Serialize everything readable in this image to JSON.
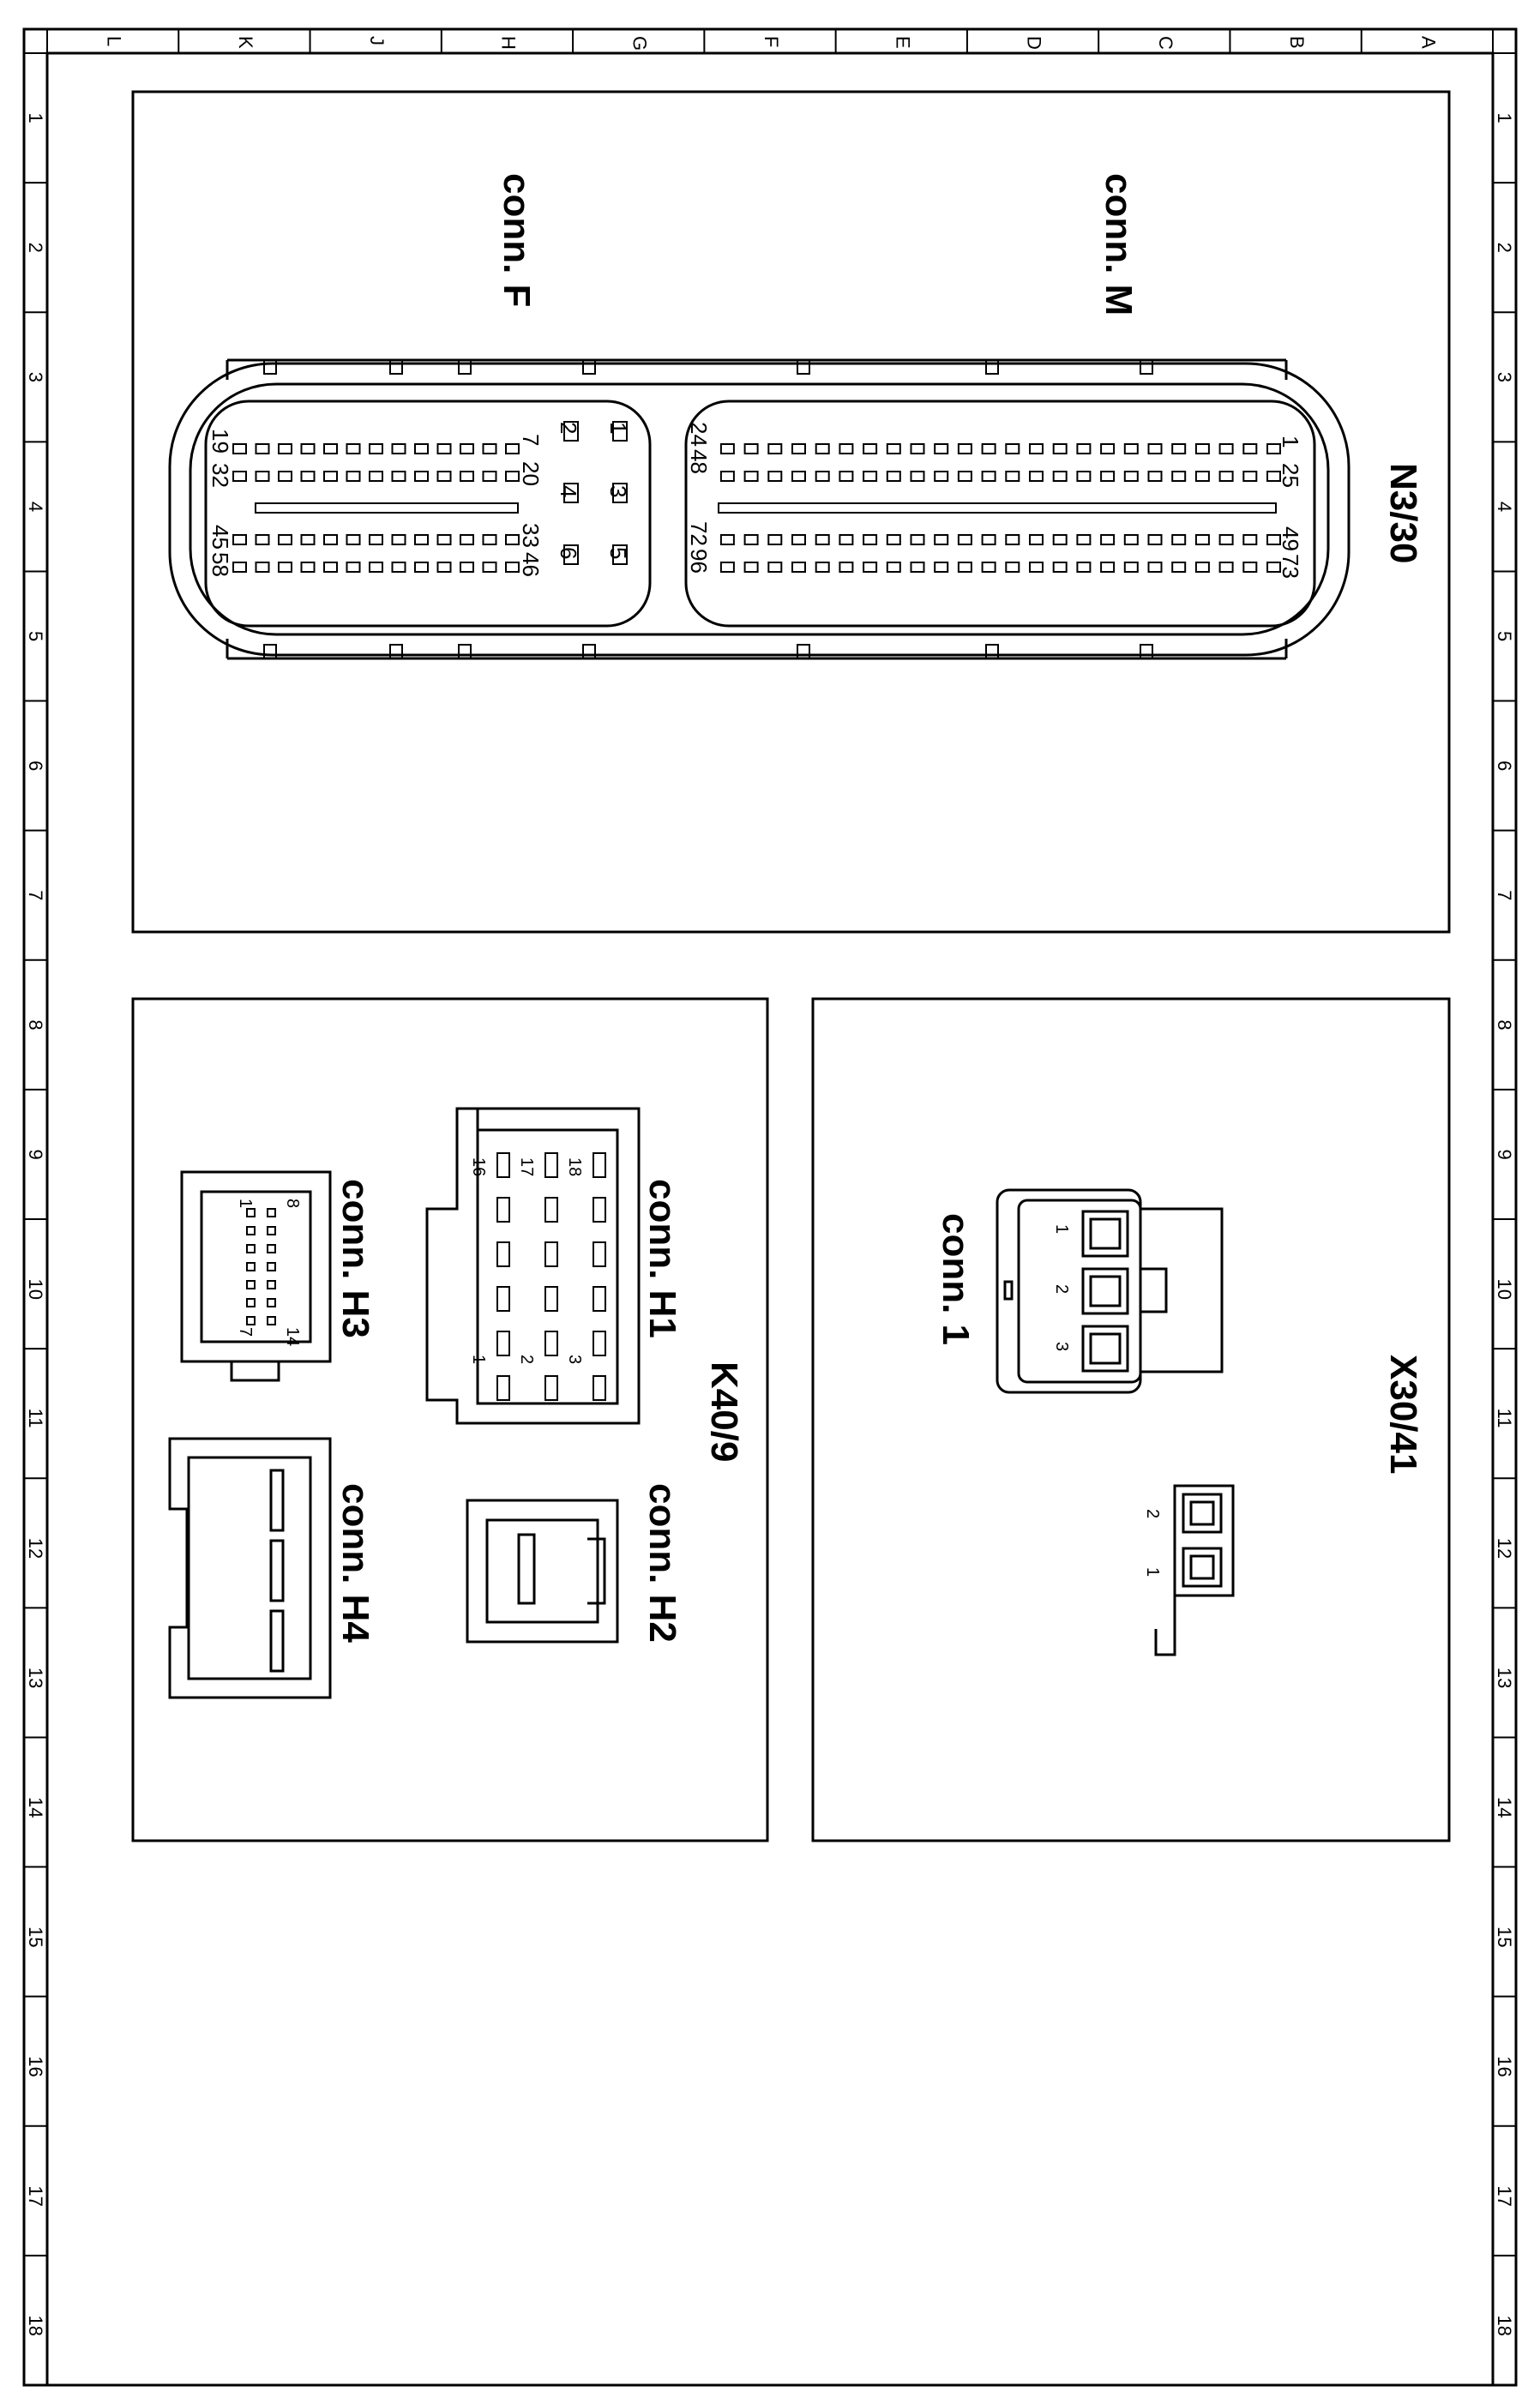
{
  "frame": {
    "columns": [
      "L",
      "K",
      "J",
      "H",
      "G",
      "F",
      "E",
      "D",
      "C",
      "B",
      "A"
    ],
    "rows": [
      "1",
      "2",
      "3",
      "4",
      "5",
      "6",
      "7",
      "8",
      "9",
      "10",
      "11",
      "12",
      "13",
      "14",
      "15",
      "16",
      "17",
      "18"
    ]
  },
  "n3_30": {
    "title": "N3/30",
    "conn_m": {
      "label": "conn. M",
      "pins": {
        "r1_first": "1",
        "r1_last": "24",
        "r2_first": "25",
        "r2_last": "48",
        "r3_first": "49",
        "r3_last": "72",
        "r4_first": "73",
        "r4_last": "96"
      }
    },
    "conn_f": {
      "label": "conn. F",
      "pins": {
        "p1": "1",
        "p2": "2",
        "p3": "3",
        "p4": "4",
        "p5": "5",
        "p6": "6",
        "r1_first": "7",
        "r1_last": "19",
        "r2_first": "20",
        "r2_last": "32",
        "r3_first": "33",
        "r3_last": "45",
        "r4_first": "46",
        "r4_last": "58"
      }
    }
  },
  "k40_9": {
    "title": "K40/9",
    "conn_h1": {
      "label": "conn. H1",
      "pins": {
        "p1": "1",
        "p2": "2",
        "p3": "3",
        "p16": "16",
        "p17": "17",
        "p18": "18"
      }
    },
    "conn_h2": {
      "label": "conn. H2"
    },
    "conn_h3": {
      "label": "conn. H3",
      "pins": {
        "p1": "1",
        "p7": "7",
        "p8": "8",
        "p14": "14"
      }
    },
    "conn_h4": {
      "label": "conn. H4"
    }
  },
  "x30_41": {
    "title": "X30/41",
    "conn_1": {
      "label": "conn. 1",
      "pins": {
        "p1": "1",
        "p2": "2",
        "p3": "3"
      }
    },
    "aux": {
      "pins": {
        "p1": "1",
        "p2": "2"
      }
    }
  }
}
